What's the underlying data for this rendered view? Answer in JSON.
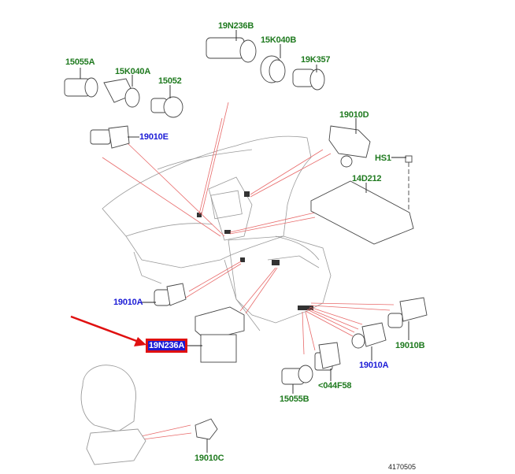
{
  "diagram": {
    "title": "Dashboard / center console switches and sockets exploded view",
    "figure_number": "4170505",
    "highlighted_part": "19N236A",
    "colors": {
      "label_green": "#1f7a1f",
      "label_blue": "#1c1cd6",
      "highlight_border": "#e01010",
      "leader_red": "#e86a6a",
      "arrow_red": "#e01010"
    },
    "parts": [
      {
        "id": "15055A",
        "color": "green"
      },
      {
        "id": "15K040A",
        "color": "green"
      },
      {
        "id": "15052",
        "color": "green"
      },
      {
        "id": "19N236B",
        "color": "green"
      },
      {
        "id": "15K040B",
        "color": "green"
      },
      {
        "id": "19K357",
        "color": "green"
      },
      {
        "id": "19010D",
        "color": "green"
      },
      {
        "id": "HS1",
        "color": "green"
      },
      {
        "id": "14D212",
        "color": "green"
      },
      {
        "id": "19010E",
        "color": "blue"
      },
      {
        "id": "19010A",
        "color": "blue"
      },
      {
        "id": "19N236A",
        "color": "blue",
        "highlighted": true
      },
      {
        "id": "19010B",
        "color": "green"
      },
      {
        "id": "19010A",
        "color": "blue"
      },
      {
        "id": "<044F58",
        "color": "green"
      },
      {
        "id": "15055B",
        "color": "green"
      },
      {
        "id": "19010C",
        "color": "green"
      }
    ]
  }
}
